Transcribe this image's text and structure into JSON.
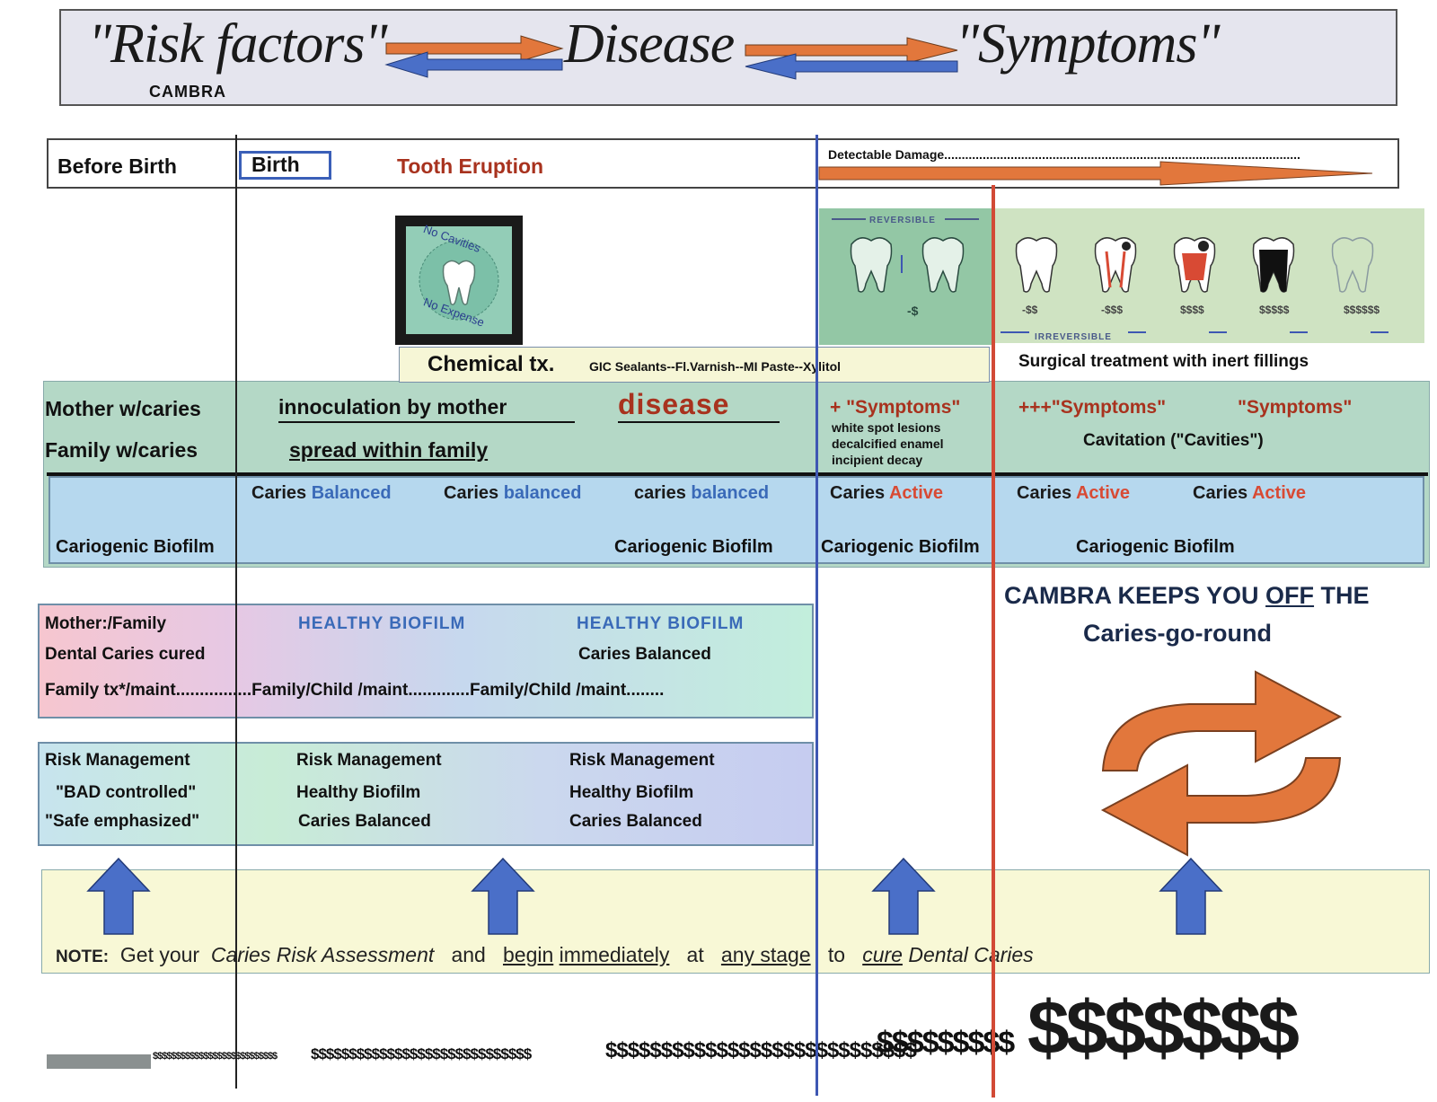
{
  "title": {
    "risk_factors": "\"Risk factors\"",
    "cambra": "CAMBRA",
    "disease": "Disease",
    "symptoms": "\"Symptoms\""
  },
  "timeline": {
    "before_birth": "Before Birth",
    "birth": "Birth",
    "tooth_eruption": "Tooth Eruption",
    "detectable_damage": "Detectable Damage......................................................................................................"
  },
  "images": {
    "no_cavities_top": "No Cavities",
    "no_cavities_bottom": "No Expense",
    "reversible": "REVERSIBLE",
    "irreversible": "IRREVERSIBLE",
    "reversible_cost": "-$",
    "irreversible_costs": [
      "-$$",
      "-$$$",
      "$$$$",
      "$$$$$",
      "$$$$$$"
    ]
  },
  "treatment": {
    "chemical_label": "Chemical tx.",
    "chemical_detail": "GIC Sealants--Fl.Varnish--MI Paste--Xylitol",
    "surgical": "Surgical treatment with inert fillings"
  },
  "transmission": {
    "mother": "Mother w/caries",
    "family": "Family w/caries",
    "innoculation": "innoculation by mother",
    "spread": "spread within family",
    "disease": "disease",
    "plus_symptoms": "+ \"Symptoms\"",
    "plus_detail_1": "white spot lesions",
    "plus_detail_2": "decalcified enamel",
    "plus_detail_3": "incipient decay",
    "triple_symptoms": "+++\"Symptoms\"",
    "symptoms_right": "\"Symptoms\"",
    "cavitation": "Cavitation (\"Cavities\")"
  },
  "biofilm_row": {
    "caries": "Caries",
    "caries_lower": "caries",
    "balanced_cap": "Balanced",
    "balanced": "balanced",
    "active": "Active",
    "cariogenic": "Cariogenic Biofilm"
  },
  "cambra_slogan": {
    "line1_a": "CAMBRA KEEPS YOU ",
    "line1_off": "OFF",
    "line1_b": " THE",
    "line2": "Caries-go-round"
  },
  "family_box": {
    "mother_family": "Mother:/Family",
    "dental_caries_cured": "Dental Caries cured",
    "healthy_biofilm": "HEALTHY BIOFILM",
    "caries_balanced": "Caries Balanced",
    "maint_line": "Family tx*/maint................Family/Child /maint.............Family/Child /maint........"
  },
  "risk_box": {
    "risk_management": "Risk Management",
    "bad_controlled": "\"BAD controlled\"",
    "safe_emphasized": "\"Safe emphasized\"",
    "healthy_biofilm": "Healthy Biofilm",
    "caries_balanced": "Caries Balanced"
  },
  "note": {
    "note_label": "NOTE:",
    "get_your": "Get your",
    "assessment": "Caries Risk Assessment",
    "and": "and",
    "begin": "begin",
    "immediately": "immediately",
    "at": "at",
    "any_stage": "any stage",
    "to": "to",
    "cure": "cure",
    "dental_caries": "Dental Caries"
  },
  "cost_scale": {
    "small": "$$$$$$$$$$$$$$$$$$$$$$$$$$$",
    "medium": "$$$$$$$$$$$$$$$$$$$$$$$$$$$$$",
    "large": "$$$$$$$$$$$$$$$$$$$$$$$$$$$$",
    "xlarge": "$$$$$$$$$",
    "xxlarge": "$$$$$$$"
  },
  "colors": {
    "orange_arrow": "#e2773c",
    "blue_arrow": "#4a6fc8",
    "active_red": "#d84a34",
    "balanced_blue": "#3a6ab8",
    "disease_red": "#a8321e"
  }
}
